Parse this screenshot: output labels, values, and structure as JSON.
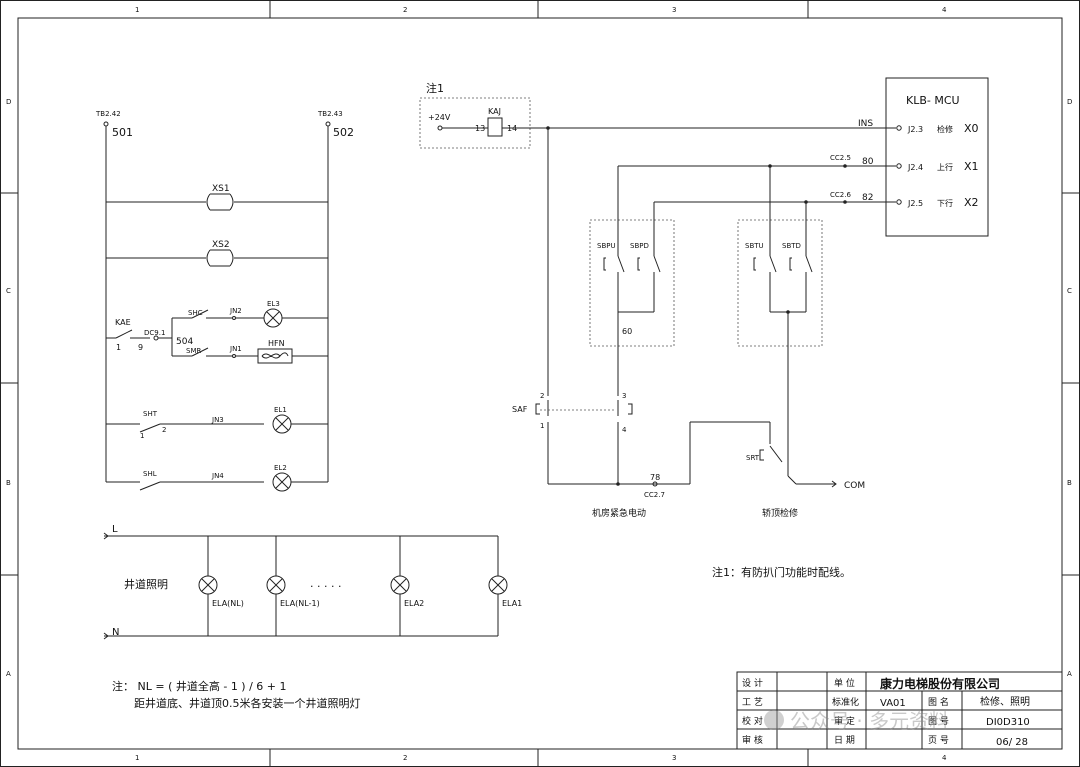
{
  "frame": {
    "col_labels": [
      "1",
      "2",
      "3",
      "4"
    ],
    "row_labels": [
      "D",
      "C",
      "B",
      "A"
    ]
  },
  "left_circuit": {
    "terminals": [
      {
        "tag": "TB2.42",
        "num": "501"
      },
      {
        "tag": "TB2.43",
        "num": "502"
      }
    ],
    "sockets": [
      "XS1",
      "XS2"
    ],
    "kae": {
      "label": "KAE",
      "pin1": "1",
      "pin9": "9",
      "dc": "DC9.1",
      "node": "504"
    },
    "shc": {
      "label": "SHC",
      "jn": "JN2",
      "lamp": "EL3"
    },
    "smr": {
      "label": "SMR",
      "jn": "JN1",
      "fan": "HFN"
    },
    "sht": {
      "label": "SHT",
      "pin1": "1",
      "pin2": "2",
      "jn": "JN3",
      "lamp": "EL1"
    },
    "shl": {
      "label": "SHL",
      "jn": "JN4",
      "lamp": "EL2"
    }
  },
  "shaft_lighting": {
    "line_l": "L",
    "line_n": "N",
    "title": "井道照明",
    "dots": "· · · · ·",
    "lamps": [
      "ELA(NL)",
      "ELA(NL-1)",
      "ELA2",
      "ELA1"
    ]
  },
  "notes": {
    "note1_label": "注1",
    "formula": "注：  NL = ( 井道全高 - 1 ) / 6 + 1",
    "formula_line2": "距井道底、井道顶0.5米各安装一个井道照明灯",
    "note1_text": "注1：有防扒门功能时配线。"
  },
  "relay": {
    "voltage": "+24V",
    "name": "KAJ",
    "pin13": "13",
    "pin14": "14"
  },
  "mcu": {
    "title": "KLB- MCU",
    "rows": [
      {
        "wire": "INS",
        "pin": "J2.3",
        "desc": "检修",
        "x": "X0"
      },
      {
        "wire": "80",
        "pin": "J2.4",
        "desc": "上行",
        "x": "X1",
        "conn": "CC2.5"
      },
      {
        "wire": "82",
        "pin": "J2.5",
        "desc": "下行",
        "x": "X2",
        "conn": "CC2.6"
      }
    ]
  },
  "switches": {
    "machine_room": [
      "SBPU",
      "SBPD"
    ],
    "car_top": [
      "SBTU",
      "SBTD"
    ],
    "node60": "60",
    "saf": "SAF",
    "saf_pins": [
      "2",
      "1",
      "3",
      "4"
    ],
    "node78": "78",
    "node78_conn": "CC2.7",
    "srt": "SRT",
    "com": "COM",
    "cap_machine": "机房紧急电动",
    "cap_car": "轿顶检修"
  },
  "title_block": {
    "design": "设 计",
    "process": "工 艺",
    "check": "校 对",
    "review": "审 核",
    "unit": "单 位",
    "company": "康力电梯股份有限公司",
    "standard": "标准化",
    "standard_val": "VA01",
    "drawing_name": "图 名",
    "drawing_name_val": "检修、照明",
    "approval": "审 定",
    "drawing_no": "图 号",
    "drawing_no_val": "DI0D310",
    "date": "日 期",
    "page": "页 号",
    "page_val": "06/ 28"
  },
  "watermark": "公众号 · 多元资料"
}
